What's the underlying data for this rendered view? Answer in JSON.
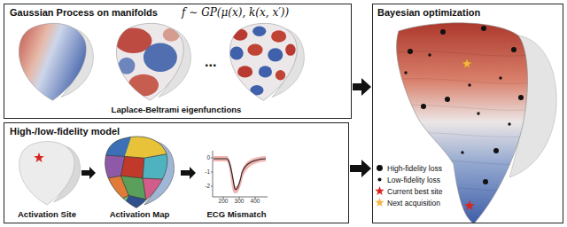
{
  "diagram": {
    "nodes": [
      {
        "text": [
          "Gaussian Process on manifolds",
          "f ∼ GP(μ(x), k(x, x′))",
          "...",
          "Laplace-Beltrami eigenfunctions"
        ]
      },
      {
        "text": [
          "High-/low-fidelity model",
          "Activation Site",
          "Activation Map",
          "ECG Mismatch"
        ]
      },
      {
        "text": [
          "Bayesian optimization"
        ]
      }
    ],
    "edges": [
      {
        "from": 0,
        "to": 2,
        "arrow": "to"
      },
      {
        "from": 1,
        "to": 2,
        "arrow": "to"
      }
    ],
    "labels": [
      "0",
      "-1",
      "-2",
      "200",
      "300",
      "400"
    ],
    "legend": [
      {
        "text": "High-fidelity loss"
      },
      {
        "text": "Low-fidelity loss"
      },
      {
        "text": "Current best site"
      },
      {
        "text": "Next acquisition"
      }
    ]
  }
}
